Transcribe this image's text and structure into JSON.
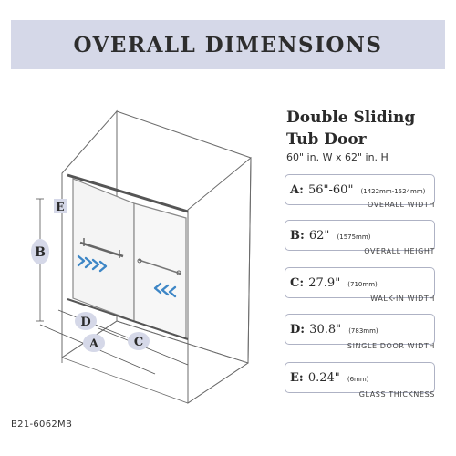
{
  "header": {
    "title": "OVERALL DIMENSIONS"
  },
  "product": {
    "title_line1": "Double Sliding",
    "title_line2": "Tub Door",
    "size": "60\" in. W x 62\" in. H"
  },
  "specs": [
    {
      "letter": "A:",
      "value": "56\"-60\"",
      "mm": "(1422mm-1524mm)",
      "label": "OVERALL WIDTH"
    },
    {
      "letter": "B:",
      "value": "62\"",
      "mm": "(1575mm)",
      "label": "OVERALL HEIGHT"
    },
    {
      "letter": "C:",
      "value": "27.9\"",
      "mm": "(710mm)",
      "label": "WALK-IN WIDTH"
    },
    {
      "letter": "D:",
      "value": "30.8\"",
      "mm": "(783mm)",
      "label": "SINGLE DOOR WIDTH"
    },
    {
      "letter": "E:",
      "value": "0.24\"",
      "mm": "(6mm)",
      "label": "GLASS THICKNESS"
    }
  ],
  "diagram": {
    "markers": {
      "a": "A",
      "b": "B",
      "c": "C",
      "d": "D",
      "e": "E"
    },
    "colors": {
      "line": "#6b6b6b",
      "marker_fill": "#d5d8e8",
      "arrow": "#3d86c6",
      "glass": "#f3f3f3"
    }
  },
  "footer": {
    "model": "B21-6062MB"
  }
}
